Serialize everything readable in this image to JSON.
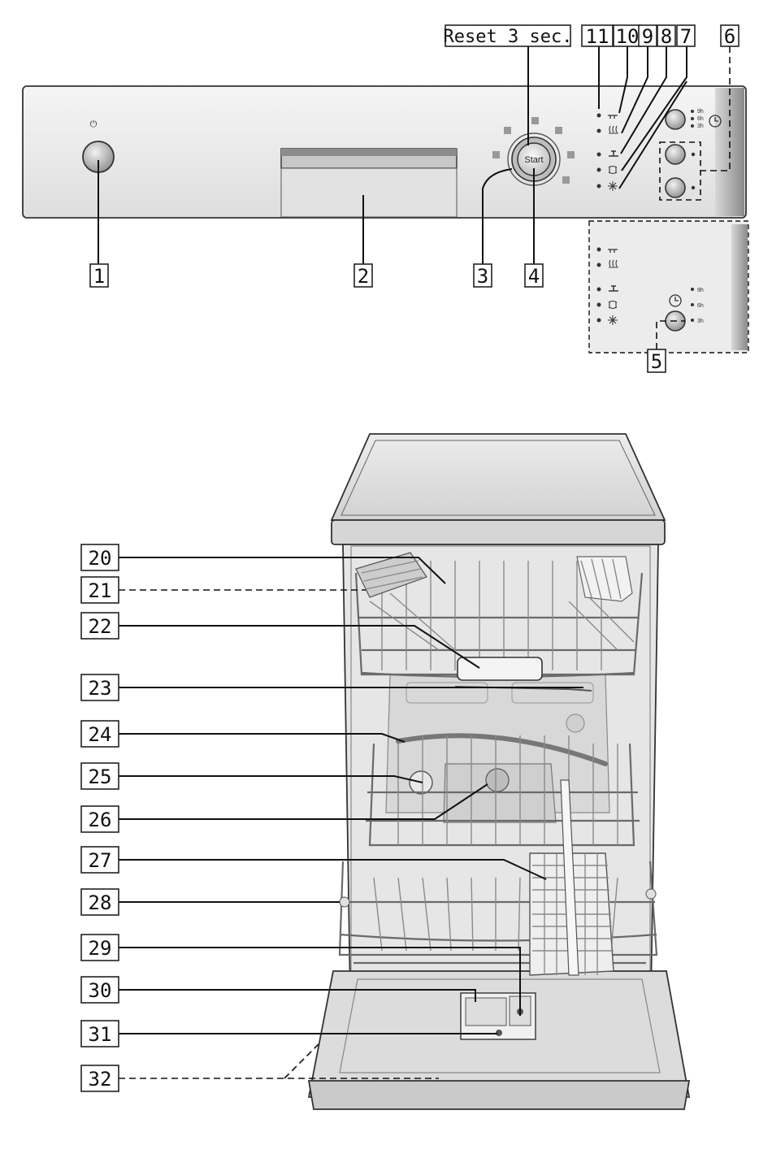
{
  "control_panel": {
    "reset_label": "Reset 3 sec.",
    "start_label": "Start",
    "power_symbol": "⏻",
    "timer_options": [
      "9h",
      "6h",
      "3h"
    ],
    "indicator_icons": [
      "rinse-aid-icon",
      "dry-icon",
      "water-tap-icon",
      "salt-icon",
      "star-icon"
    ],
    "callouts": [
      "1",
      "2",
      "3",
      "4",
      "5",
      "6",
      "7",
      "8",
      "9",
      "10",
      "11"
    ]
  },
  "inset": {
    "timer_options": [
      "9h",
      "6h",
      "3h"
    ]
  },
  "dishwasher": {
    "callouts": [
      "20",
      "21",
      "22",
      "23",
      "24",
      "25",
      "26",
      "27",
      "28",
      "29",
      "30",
      "31",
      "32"
    ]
  },
  "colors": {
    "panel_fill": "#ececec",
    "outline": "#333333",
    "rack_wire": "#6a6a6a",
    "tub_fill": "#e6e6e6"
  }
}
